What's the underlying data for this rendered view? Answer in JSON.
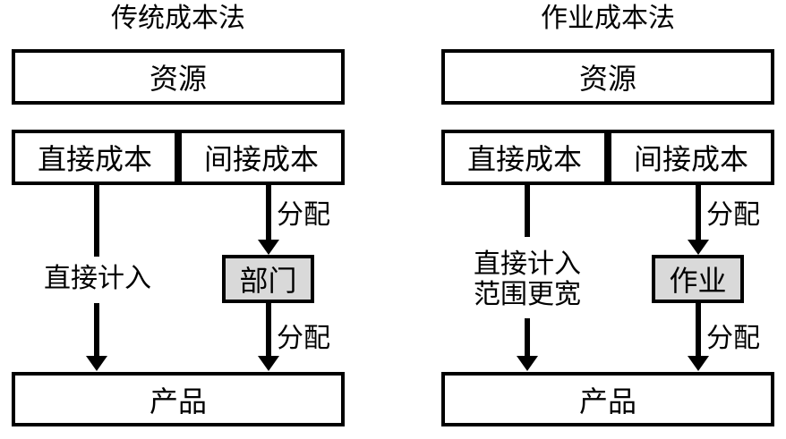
{
  "diagrams": [
    {
      "title": "传统成本法",
      "resources_label": "资源",
      "direct_cost_label": "直接成本",
      "indirect_cost_label": "间接成本",
      "direct_entry_lines": [
        "直接计入"
      ],
      "allocate_top_label": "分配",
      "intermediate_label": "部门",
      "allocate_bottom_label": "分配",
      "product_label": "产品"
    },
    {
      "title": "作业成本法",
      "resources_label": "资源",
      "direct_cost_label": "直接成本",
      "indirect_cost_label": "间接成本",
      "direct_entry_lines": [
        "直接计入",
        "范围更宽"
      ],
      "allocate_top_label": "分配",
      "intermediate_label": "作业",
      "allocate_bottom_label": "分配",
      "product_label": "产品"
    }
  ],
  "colors": {
    "border": "#000000",
    "box_fill": "#ffffff",
    "intermediate_fill": "#d9d9d9",
    "background": "#ffffff",
    "text": "#000000"
  }
}
